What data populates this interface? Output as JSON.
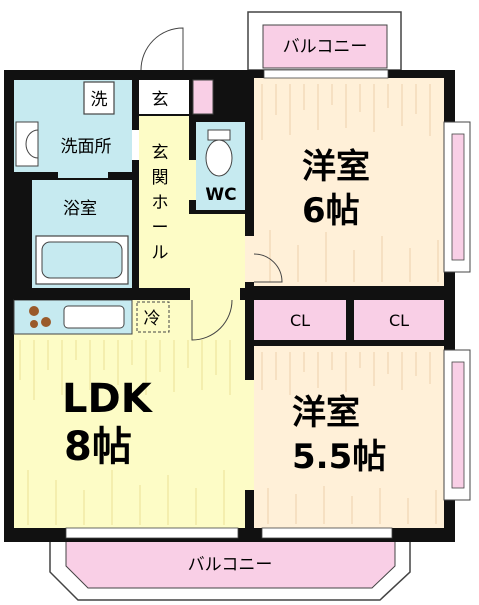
{
  "labels": {
    "balcony_top": "バルコニー",
    "balcony_bottom": "バルコニー",
    "washer": "洗",
    "entrance": "玄",
    "washroom": "洗面所",
    "hall_1": "玄",
    "hall_2": "関",
    "hall_3": "ホ",
    "hall_4": "ー",
    "hall_5": "ル",
    "wc": "WC",
    "bath": "浴室",
    "fridge": "冷",
    "bedroom1_line1": "洋室",
    "bedroom1_line2": "6帖",
    "bedroom2_line1": "洋室",
    "bedroom2_line2": "5.5帖",
    "ldk_line1": "LDK",
    "ldk_line2": "8帖",
    "closet1": "CL",
    "closet2": "CL"
  },
  "colors": {
    "wall": "#111111",
    "wet_area": "#c6eaf0",
    "ldk_floor": "#fdfcc6",
    "hall_floor": "#fdfcc6",
    "bedroom_floor": "#fff0d8",
    "balcony": "#f9cfe6",
    "closet": "#f9cfe6"
  }
}
